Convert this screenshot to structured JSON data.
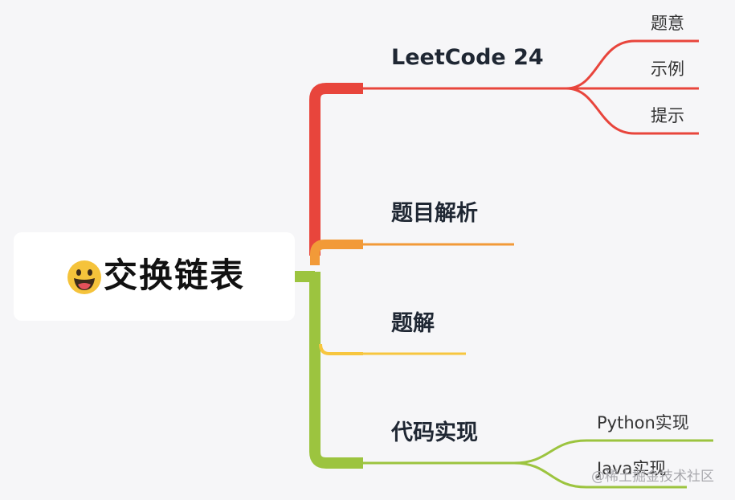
{
  "root": {
    "title": "交换链表",
    "icon": "grinning-face-icon"
  },
  "branches": [
    {
      "label": "LeetCode 24",
      "color": "#e8453c",
      "leaves": [
        "题意",
        "示例",
        "提示"
      ]
    },
    {
      "label": "题目解析",
      "color": "#f29a38",
      "leaves": []
    },
    {
      "label": "题解",
      "color": "#f7c63f",
      "leaves": []
    },
    {
      "label": "代码实现",
      "color": "#9cc43f",
      "leaves": [
        "Python实现",
        "Java实现"
      ]
    }
  ],
  "colors": {
    "trunk_green": "#9cc43f",
    "background": "#f6f6f8"
  },
  "watermark": "@稀土掘金技术社区"
}
